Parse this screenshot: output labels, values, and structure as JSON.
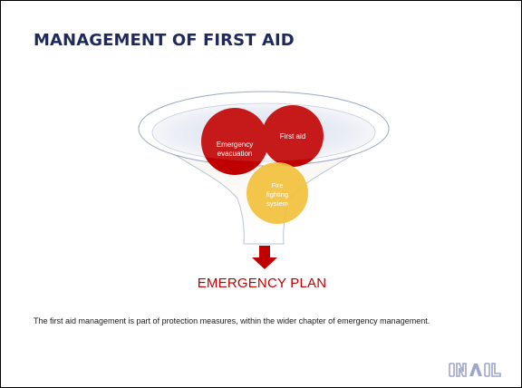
{
  "slide": {
    "title": "MANAGEMENT OF FIRST AID",
    "plan_label": "EMERGENCY PLAN",
    "caption": "The first aid management is part of protection measures, within the wider chapter of emergency management."
  },
  "diagram": {
    "elements": [
      {
        "id": "emergency-evacuation",
        "label": "Emergency evacuation",
        "color": "#c00000",
        "text_color": "#ffffff"
      },
      {
        "id": "first-aid",
        "label": "First aid",
        "color": "#c00000",
        "text_color": "#ffffff"
      },
      {
        "id": "fire-fighting-system",
        "label": "Fire fighting system",
        "color": "#f2c13c",
        "text_color": "#ffffff"
      }
    ],
    "arrow_color": "#c00000"
  },
  "logo": {
    "text": "INAIL",
    "color": "#9ea6c9"
  }
}
